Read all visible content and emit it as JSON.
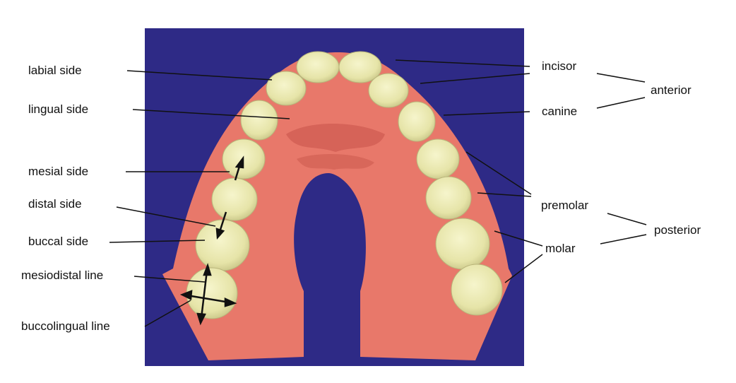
{
  "colors": {
    "background": "#2e2a86",
    "gum": "#e8786a",
    "gum_dark": "#c65248",
    "tooth": "#ecebb2",
    "tooth_shade": "#c9c68a"
  },
  "labels": {
    "labial_side": "labial side",
    "lingual_side": "lingual side",
    "mesial_side": "mesial side",
    "distal_side": "distal side",
    "buccal_side": "buccal side",
    "mesiodistal_line": "mesiodistal line",
    "buccolingual_line": "buccolingual line",
    "incisor": "incisor",
    "canine": "canine",
    "anterior": "anterior",
    "premolar": "premolar",
    "molar": "molar",
    "posterior": "posterior"
  }
}
